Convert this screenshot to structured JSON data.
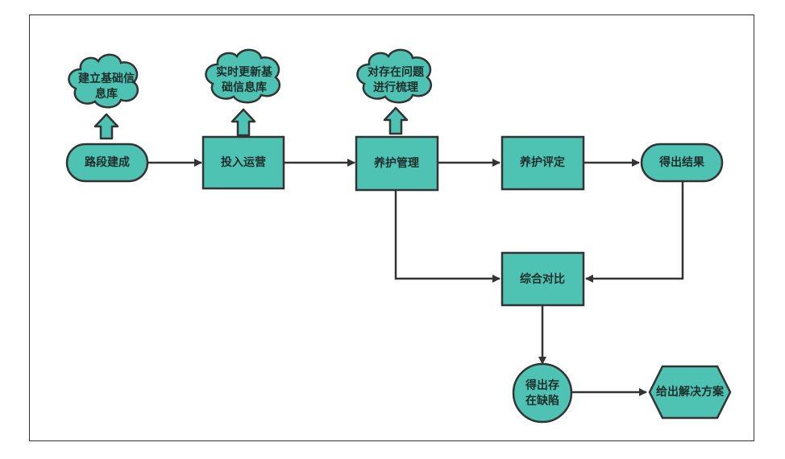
{
  "colors": {
    "fill": "#4ec3b4",
    "stroke": "#333333",
    "text": "#1f2d2b"
  },
  "nodes": {
    "road_build": {
      "label": "路段建成"
    },
    "operation": {
      "label": "投入运营"
    },
    "maintain_mgmt": {
      "label": "养护管理"
    },
    "maintain_eval": {
      "label": "养护评定"
    },
    "result": {
      "label": "得出结果"
    },
    "compare": {
      "label": "综合对比"
    },
    "defect": {
      "lines": [
        "得出存",
        "在缺陷"
      ]
    },
    "solution": {
      "label": "给出解决方案"
    }
  },
  "clouds": {
    "c1": {
      "lines": [
        "建立基础信",
        "息库"
      ]
    },
    "c2": {
      "lines": [
        "实时更新基",
        "础信息库"
      ]
    },
    "c3": {
      "lines": [
        "对存在问题",
        "进行梳理"
      ]
    }
  }
}
